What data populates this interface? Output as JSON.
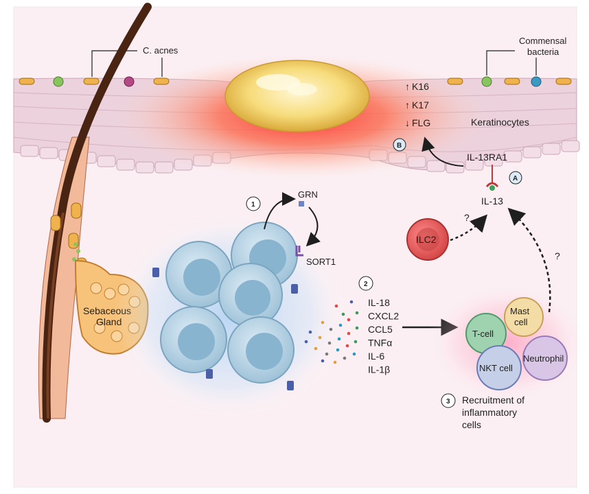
{
  "labels": {
    "c_acnes": "C. acnes",
    "commensal_1": "Commensal",
    "commensal_2": "bacteria",
    "k16": "K16",
    "k17": "K17",
    "flg": "FLG",
    "keratinocytes": "Keratinocytes",
    "il13ra1": "IL-13RA1",
    "il13": "IL-13",
    "grn": "GRN",
    "sort1": "SORT1",
    "ilc2": "ILC2",
    "sebaceous_1": "Sebaceous",
    "sebaceous_2": "Gland",
    "question_1": "?",
    "question_2": "?",
    "tcell": "T-cell",
    "mast_1": "Mast",
    "mast_2": "cell",
    "nkt": "NKT cell",
    "neutrophil": "Neutrophil",
    "recruit_1": "Recruitment of",
    "recruit_2": "inflammatory",
    "recruit_3": "cells"
  },
  "arrows": {
    "up": "↑",
    "down": "↓"
  },
  "badges": {
    "a": "A",
    "b": "B",
    "one": "1",
    "two": "2",
    "three": "3"
  },
  "cytokines": [
    "IL-18",
    "CXCL2",
    "CCL5",
    "TNFα",
    "IL-6",
    "IL-1β"
  ],
  "colors": {
    "skin_dermis": "#fbeef2",
    "epidermis": "#ecd2dc",
    "inflammation": "#ff3b3b",
    "pustule": "#f6d874",
    "hair": "#4a2412",
    "ilc2": "#e05a5a",
    "macrophage": "#b6d3e6",
    "receptor": "#4b5fa8"
  }
}
